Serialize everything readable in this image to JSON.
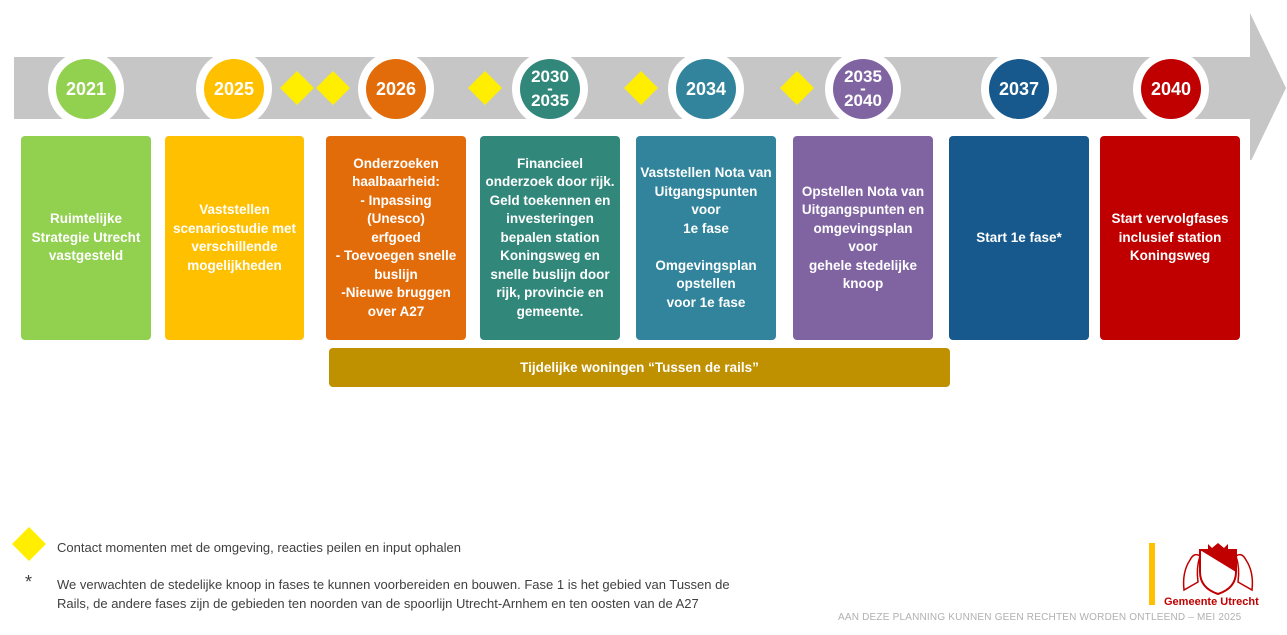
{
  "timeline": {
    "milestones": [
      {
        "year": "2021",
        "color": "#92d050"
      },
      {
        "year": "2025",
        "color": "#ffc000"
      },
      {
        "year": "2026",
        "color": "#e36c0a"
      },
      {
        "year": "2030\n-\n2035",
        "color": "#31877a"
      },
      {
        "year": "2034",
        "color": "#31849b"
      },
      {
        "year": "2035\n-\n2040",
        "color": "#8064a2"
      },
      {
        "year": "2037",
        "color": "#17598c"
      },
      {
        "year": "2040",
        "color": "#c00000"
      }
    ],
    "arrow_color": "#c6c6c6",
    "contact_color": "#ffee00"
  },
  "cards": [
    {
      "text": "Ruimtelijke\nStrategie Utrecht\nvastgesteld",
      "color": "#92d050"
    },
    {
      "text": "Vaststellen\nscenariostudie met\nverschillende\nmogelijkheden",
      "color": "#ffc000"
    },
    {
      "text": "Onderzoeken\nhaalbaarheid:\n- Inpassing (Unesco)\nerfgoed\n- Toevoegen snelle\nbuslijn\n-Nieuwe bruggen\nover A27",
      "color": "#e36c0a"
    },
    {
      "text": "Financieel\nonderzoek door rijk.\nGeld toekennen en\ninvesteringen\nbepalen station\nKoningsweg en\nsnelle buslijn door\nrijk, provincie en\ngemeente.",
      "color": "#31877a"
    },
    {
      "text": "Vaststellen Nota van\nUitgangspunten voor\n1e fase\n\nOmgevingsplan\nopstellen\nvoor 1e fase",
      "color": "#31849b"
    },
    {
      "text": "Opstellen Nota van\nUitgangspunten en\nomgevingsplan voor\ngehele stedelijke\nknoop",
      "color": "#8064a2"
    },
    {
      "text": "Start 1e fase*",
      "color": "#17598c"
    },
    {
      "text": "Start vervolgfases\ninclusief station\nKoningsweg",
      "color": "#c00000"
    }
  ],
  "temporary_bar": {
    "text": "Tijdelijke woningen “Tussen de rails”",
    "color": "#bf9000"
  },
  "legend": {
    "contact": "Contact momenten met de omgeving, reacties peilen en input ophalen",
    "asterisk": "*",
    "footnote_line1": "We verwachten de stedelijke knoop in fases te kunnen voorbereiden en bouwen. Fase 1 is het gebied van Tussen de",
    "footnote_line2": "Rails, de andere fases zijn de gebieden ten noorden van de spoorlijn Utrecht-Arnhem en ten oosten van de A27"
  },
  "footer": {
    "disclaimer": "AAN DEZE PLANNING KUNNEN GEEN RECHTEN WORDEN ONTLEEND – MEI 2025",
    "logo_text": "Gemeente Utrecht"
  }
}
